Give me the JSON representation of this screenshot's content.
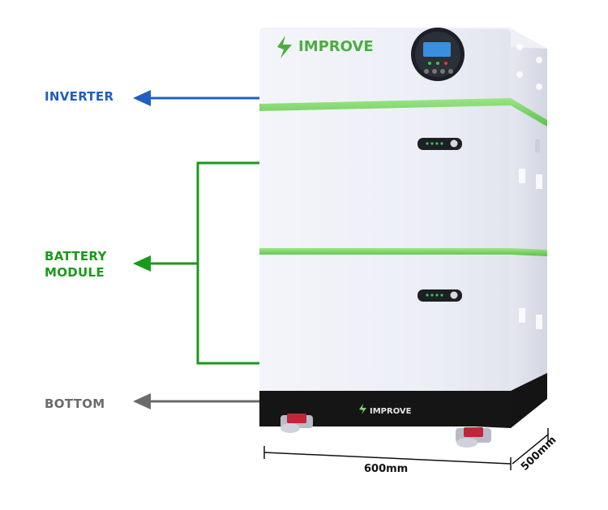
{
  "labels": {
    "inverter": "INVERTER",
    "battery_module": "BATTERY\nMODULE",
    "bottom": "BOTTOM"
  },
  "brand": {
    "name": "IMPROVE",
    "bottom_name": "IMPROVE"
  },
  "dimensions": {
    "width": "600mm",
    "depth": "500mm"
  },
  "colors": {
    "inverter": "#1f5fbf",
    "battery": "#1a9a1a",
    "bottom": "#6b6b6b",
    "accent_green": "#7ed46a"
  },
  "icons": [
    "logo-icon",
    "inverter-display-icon",
    "battery-indicator-icon",
    "wheel-icon"
  ]
}
